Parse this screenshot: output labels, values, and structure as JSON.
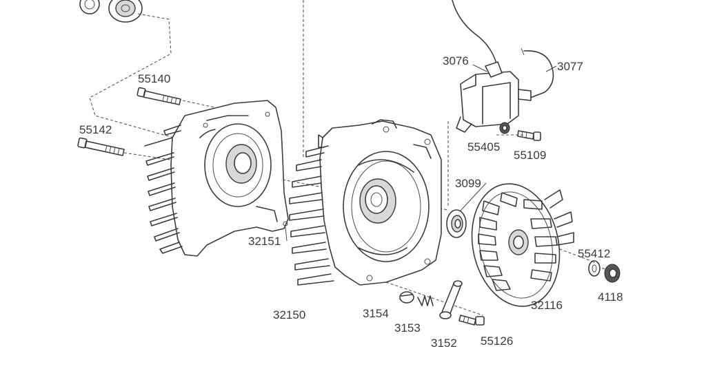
{
  "labels": {
    "p55140": "55140",
    "p55142": "55142",
    "p3076": "3076",
    "p3077": "3077",
    "p55405": "55405",
    "p55109": "55109",
    "p3099": "3099",
    "p32151": "32151",
    "p55412": "55412",
    "p4118": "4118",
    "p32116": "32116",
    "p32150": "32150",
    "p3154": "3154",
    "p3153": "3153",
    "p3152": "3152",
    "p55126": "55126"
  }
}
